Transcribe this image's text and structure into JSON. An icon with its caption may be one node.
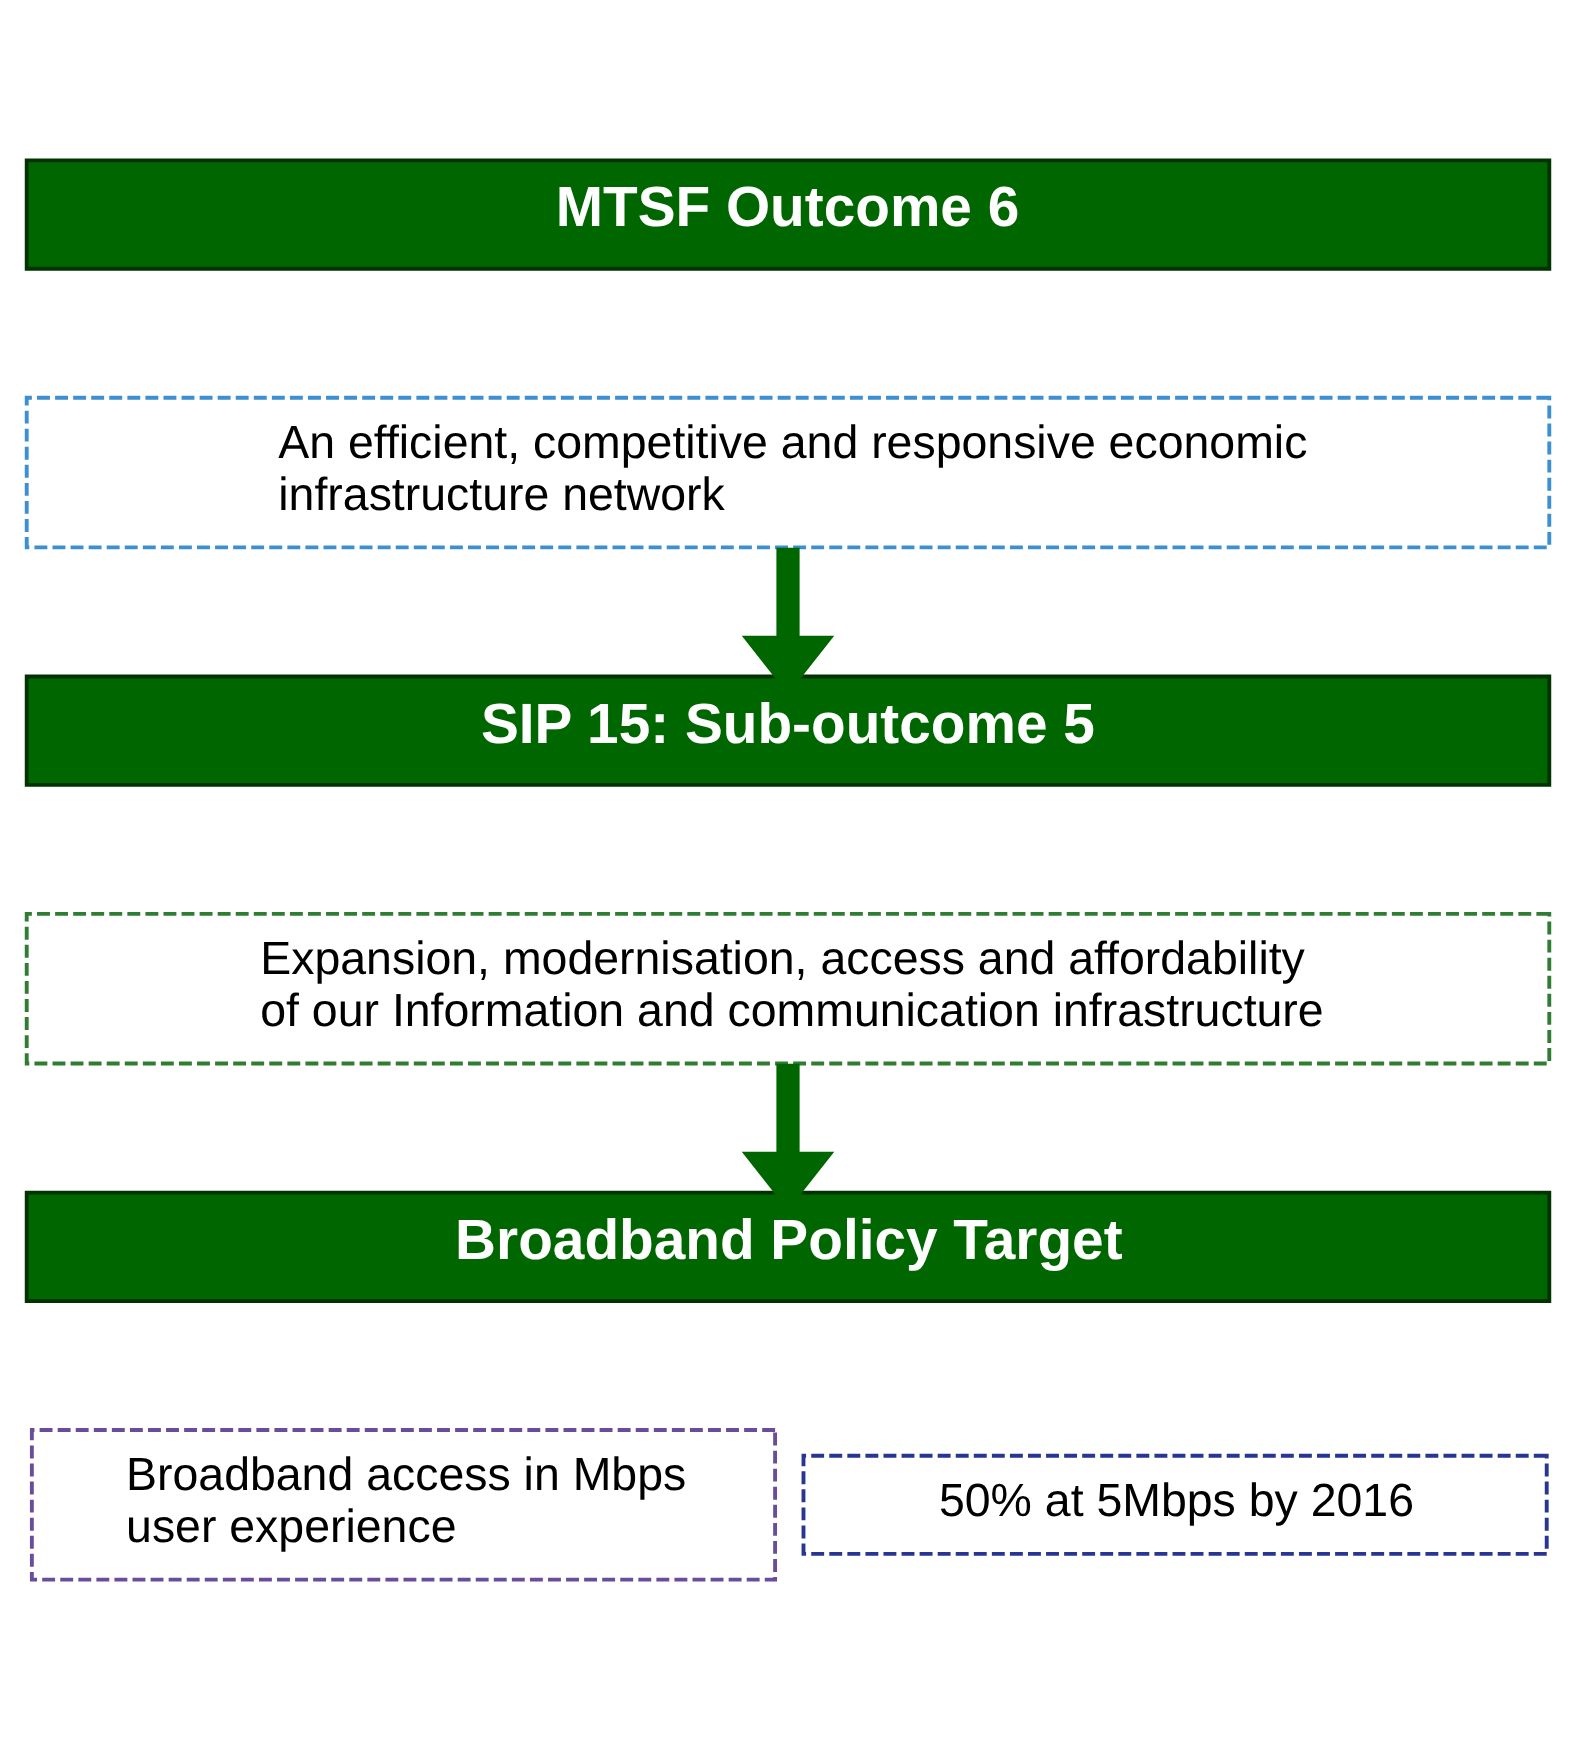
{
  "diagram": {
    "nodes": [
      {
        "text": [
          "MTSF Outcome 6"
        ]
      },
      {
        "text": [
          "An efficient, competitive and responsive economic infrastructure network"
        ]
      },
      {
        "text": [
          "SIP 15: Sub-outcome 5"
        ]
      },
      {
        "text": [
          "Expansion, modernisation, access and affordability of our Information and communication infrastructure"
        ]
      },
      {
        "text": [
          "Broadband Policy Target"
        ]
      },
      {
        "text": [
          "Broadband access in Mbps user experience"
        ]
      },
      {
        "text": [
          "50% at 5Mbps by 2016"
        ]
      }
    ],
    "edges": [
      {
        "from": 1,
        "to": 2,
        "arrow": "to"
      },
      {
        "from": 3,
        "to": 4,
        "arrow": "to"
      }
    ]
  }
}
